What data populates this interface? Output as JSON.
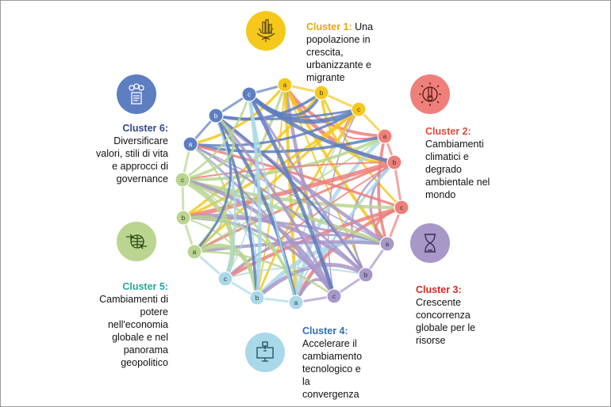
{
  "colors": {
    "c1": "#f5c81b",
    "c2": "#ef7f7a",
    "c3": "#a897c9",
    "c4": "#a9d8e8",
    "c5": "#b9d58f",
    "c6": "#5d7ec0",
    "c1_title": "#e8a60b",
    "c2_title": "#e2493a",
    "c3_title": "#d42b1f",
    "c4_title": "#2d6fb5",
    "c5_title": "#27a7a0",
    "c6_title": "#2e4a8d"
  },
  "clusters": [
    {
      "id": "c1",
      "title": "Cluster 1:",
      "desc_first": "Una",
      "desc_lines": [
        "popolazione in",
        "crescita,",
        "urbanizzante e",
        "migrante"
      ],
      "icon": "city-plants-icon"
    },
    {
      "id": "c2",
      "title": "Cluster 2:",
      "desc_lines": [
        "Cambiamenti",
        "climatici e",
        "degrado",
        "ambientale nel",
        "mondo"
      ],
      "icon": "thermometer-globe-icon"
    },
    {
      "id": "c3",
      "title": "Cluster 3:",
      "desc_lines": [
        "Crescente",
        "concorrenza",
        "globale per le",
        "risorse"
      ],
      "icon": "hourglass-icon"
    },
    {
      "id": "c4",
      "title": "Cluster 4:",
      "desc_lines": [
        "Accelerare il",
        "cambiamento",
        "tecnologico e",
        "la",
        "convergenza"
      ],
      "icon": "computer-chip-icon"
    },
    {
      "id": "c5",
      "title": "Cluster 5:",
      "desc_lines": [
        "Cambiamenti di",
        "potere",
        "nell'economia",
        "globale e nel",
        "panorama",
        "geopolitico"
      ],
      "icon": "globe-arrows-icon"
    },
    {
      "id": "c6",
      "title": "Cluster 6:",
      "desc_lines": [
        "Diversificare",
        "valori, stili di vita",
        "e approcci di",
        "governance"
      ],
      "icon": "people-document-icon"
    }
  ],
  "nodes": [
    {
      "cluster": "c1",
      "letter": "a"
    },
    {
      "cluster": "c1",
      "letter": "b"
    },
    {
      "cluster": "c1",
      "letter": "c"
    },
    {
      "cluster": "c2",
      "letter": "a"
    },
    {
      "cluster": "c2",
      "letter": "b"
    },
    {
      "cluster": "c2",
      "letter": "c"
    },
    {
      "cluster": "c3",
      "letter": "a"
    },
    {
      "cluster": "c3",
      "letter": "b"
    },
    {
      "cluster": "c3",
      "letter": "c"
    },
    {
      "cluster": "c4",
      "letter": "a"
    },
    {
      "cluster": "c4",
      "letter": "b"
    },
    {
      "cluster": "c4",
      "letter": "c"
    },
    {
      "cluster": "c5",
      "letter": "a"
    },
    {
      "cluster": "c5",
      "letter": "b"
    },
    {
      "cluster": "c5",
      "letter": "c"
    },
    {
      "cluster": "c6",
      "letter": "a"
    },
    {
      "cluster": "c6",
      "letter": "b"
    },
    {
      "cluster": "c6",
      "letter": "c"
    }
  ]
}
